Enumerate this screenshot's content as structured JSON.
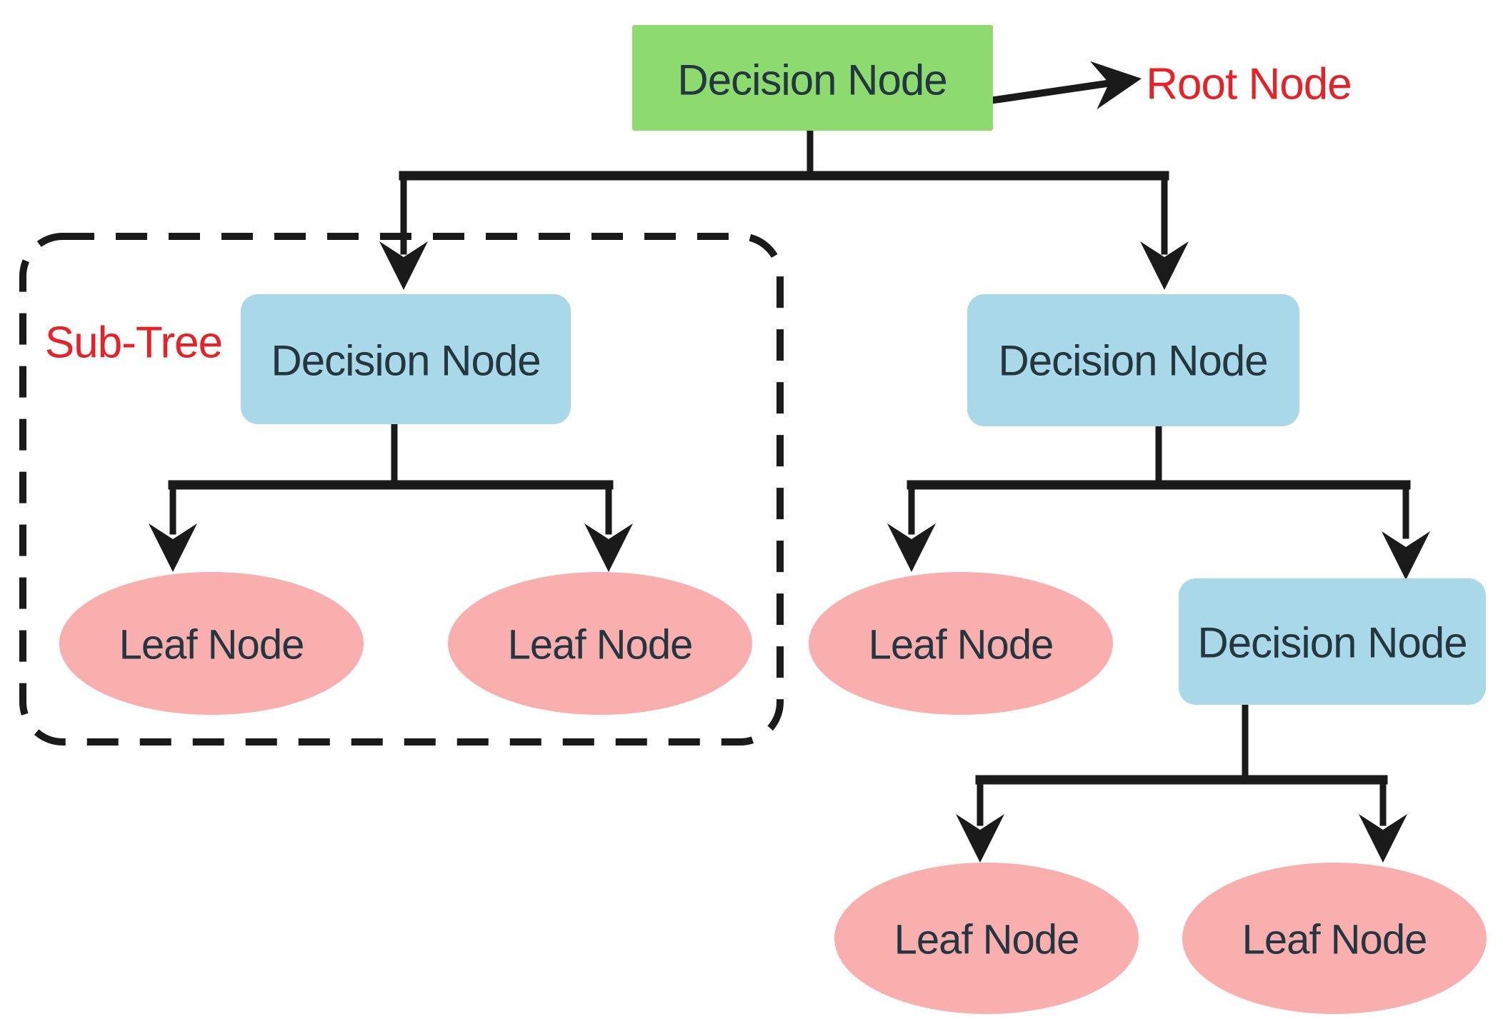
{
  "diagram": {
    "type": "decision-tree-structure",
    "nodes": {
      "root": {
        "label": "Decision Node",
        "role": "root node",
        "shape": "rectangle"
      },
      "left_decision": {
        "label": "Decision Node",
        "role": "internal decision node (sub-tree)",
        "shape": "rounded-rectangle"
      },
      "left_leaf_1": {
        "label": "Leaf Node",
        "role": "leaf",
        "shape": "ellipse"
      },
      "left_leaf_2": {
        "label": "Leaf Node",
        "role": "leaf",
        "shape": "ellipse"
      },
      "right_decision": {
        "label": "Decision Node",
        "role": "internal decision node",
        "shape": "rounded-rectangle"
      },
      "right_leaf": {
        "label": "Leaf Node",
        "role": "leaf",
        "shape": "ellipse"
      },
      "right_decision_2": {
        "label": "Decision Node",
        "role": "internal decision node",
        "shape": "rounded-rectangle"
      },
      "bottom_leaf_1": {
        "label": "Leaf Node",
        "role": "leaf",
        "shape": "ellipse"
      },
      "bottom_leaf_2": {
        "label": "Leaf Node",
        "role": "leaf",
        "shape": "ellipse"
      }
    },
    "annotations": {
      "root_pointer": {
        "text": "Root Node"
      },
      "subtree": {
        "text": "Sub-Tree"
      }
    },
    "colors": {
      "root_fill": "#8dda6e",
      "decision_fill": "#a9d8e8",
      "leaf_fill": "#f9afad",
      "annotation": "#e92025",
      "line": "#1a1a1a",
      "node_text": "#243640"
    }
  }
}
